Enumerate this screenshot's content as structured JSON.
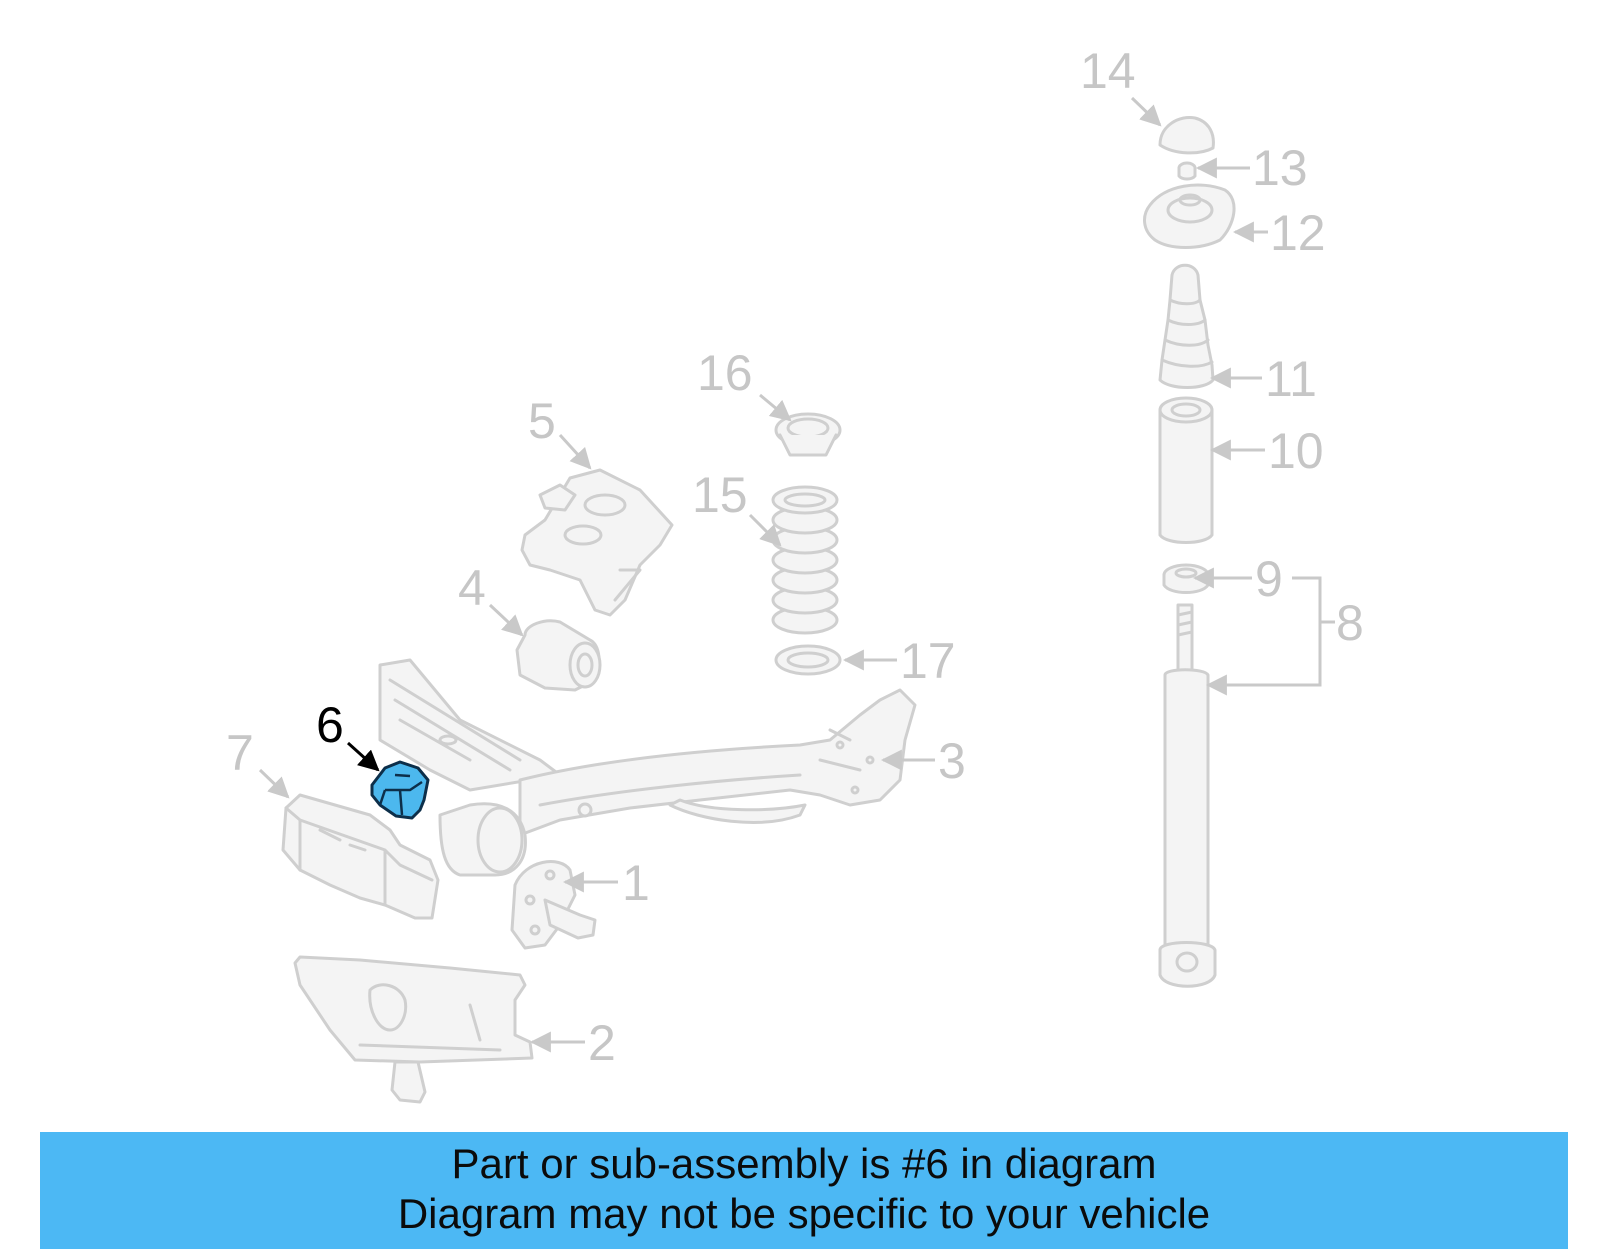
{
  "callouts": {
    "c1": "1",
    "c2": "2",
    "c3": "3",
    "c4": "4",
    "c5": "5",
    "c6": "6",
    "c7": "7",
    "c8": "8",
    "c9": "9",
    "c10": "10",
    "c11": "11",
    "c12": "12",
    "c13": "13",
    "c14": "14",
    "c15": "15",
    "c16": "16",
    "c17": "17"
  },
  "highlighted_part": "6",
  "colors": {
    "highlight": "#4cb8ee",
    "banner": "#4cb8f4",
    "parts": "#cfcfcf",
    "labels": "#c6c6c6"
  },
  "banner": {
    "line1": "Part or sub-assembly is #6 in diagram",
    "line2": "Diagram may not be specific to your vehicle"
  }
}
